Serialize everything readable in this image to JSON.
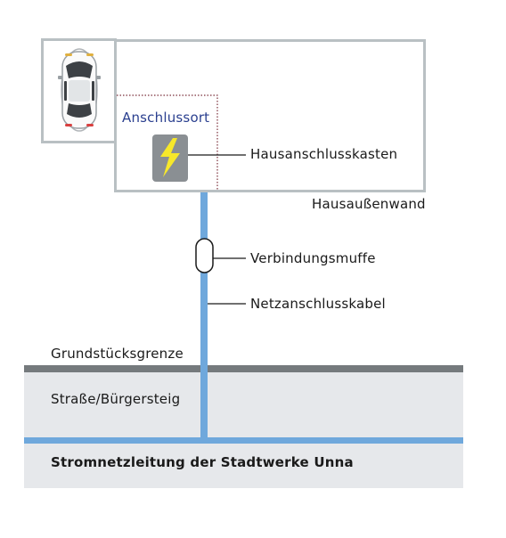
{
  "labels": {
    "anschlussort": "Anschlussort",
    "hausanschlusskasten": "Hausanschlusskasten",
    "hausaussenwand": "Hausaußenwand",
    "verbindungsmuffe": "Verbindungsmuffe",
    "netzanschlusskabel": "Netzanschlusskabel",
    "grundstuecksgrenze": "Grundstücksgrenze",
    "strasse": "Straße/Bürgersteig",
    "stromnetzleitung": "Stromnetzleitung der Stadtwerke Unna"
  },
  "colors": {
    "wall": "#b9c0c3",
    "cable": "#6fa8dc",
    "street": "#e6e8eb",
    "boundary": "#757a7d",
    "box": "#8a8f93",
    "bolt": "#f7e82a",
    "accent_text": "#2a3f8f",
    "dotted": "#7a2e3a"
  },
  "icons": {
    "car": "car-icon",
    "bolt": "lightning-bolt-icon"
  }
}
